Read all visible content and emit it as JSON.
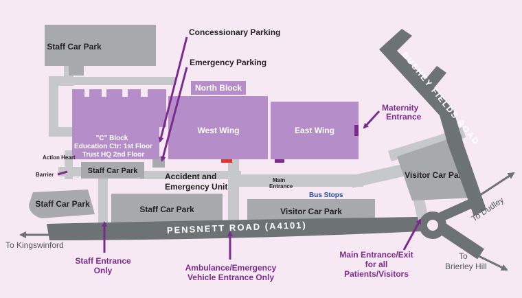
{
  "colors": {
    "background": "#f6e9f3",
    "car_park": "#a7a9ac",
    "building": "#b48dc9",
    "main_road": "#6d7274",
    "access_road": "#c6c8ca",
    "arrow": "#7b2b8e",
    "bus_stop_text": "#1f4e9a",
    "entrance_red": "#e0332f",
    "entrance_purple": "#7b2b8e"
  },
  "car_parks": {
    "staff_top": "Staff Car Park",
    "staff_mid": "Staff Car Park",
    "staff_left": "Staff Car Park",
    "staff_bottom": "Staff Car Park",
    "visitor_right": "Visitor Car Park",
    "visitor_bottom": "Visitor Car Park"
  },
  "buildings": {
    "north_block": "North Block",
    "west_wing": "West Wing",
    "east_wing": "East Wing",
    "c_block_line1": "\"C\" Block",
    "c_block_line2": "Education Ctr: 1st Floor",
    "c_block_line3": "Trust HQ 2nd Floor"
  },
  "roads": {
    "pensnett": "PENSNETT ROAD (A4101)",
    "bushey": "BUSHEY FIELDS ROAD"
  },
  "directions": {
    "kingswinford": "To Kingswinford",
    "dudley": "To Dudley",
    "brierley_line1": "To",
    "brierley_line2": "Brierley Hill"
  },
  "callouts": {
    "concessionary": "Concessionary Parking",
    "emergency_parking": "Emergency Parking",
    "maternity_line1": "Maternity",
    "maternity_line2": "Entrance",
    "ae_line1": "Accident and",
    "ae_line2": "Emergency Unit",
    "action_heart": "Action Heart",
    "barrier": "Barrier",
    "main_entrance_line1": "Main",
    "main_entrance_line2": "Entrance",
    "bus_stops": "Bus Stops",
    "staff_entrance_line1": "Staff Entrance",
    "staff_entrance_line2": "Only",
    "ambulance_line1": "Ambulance/Emergency",
    "ambulance_line2": "Vehicle Entrance Only",
    "main_exit_line1": "Main Entrance/Exit",
    "main_exit_line2": "for all",
    "main_exit_line3": "Patients/Visitors"
  }
}
